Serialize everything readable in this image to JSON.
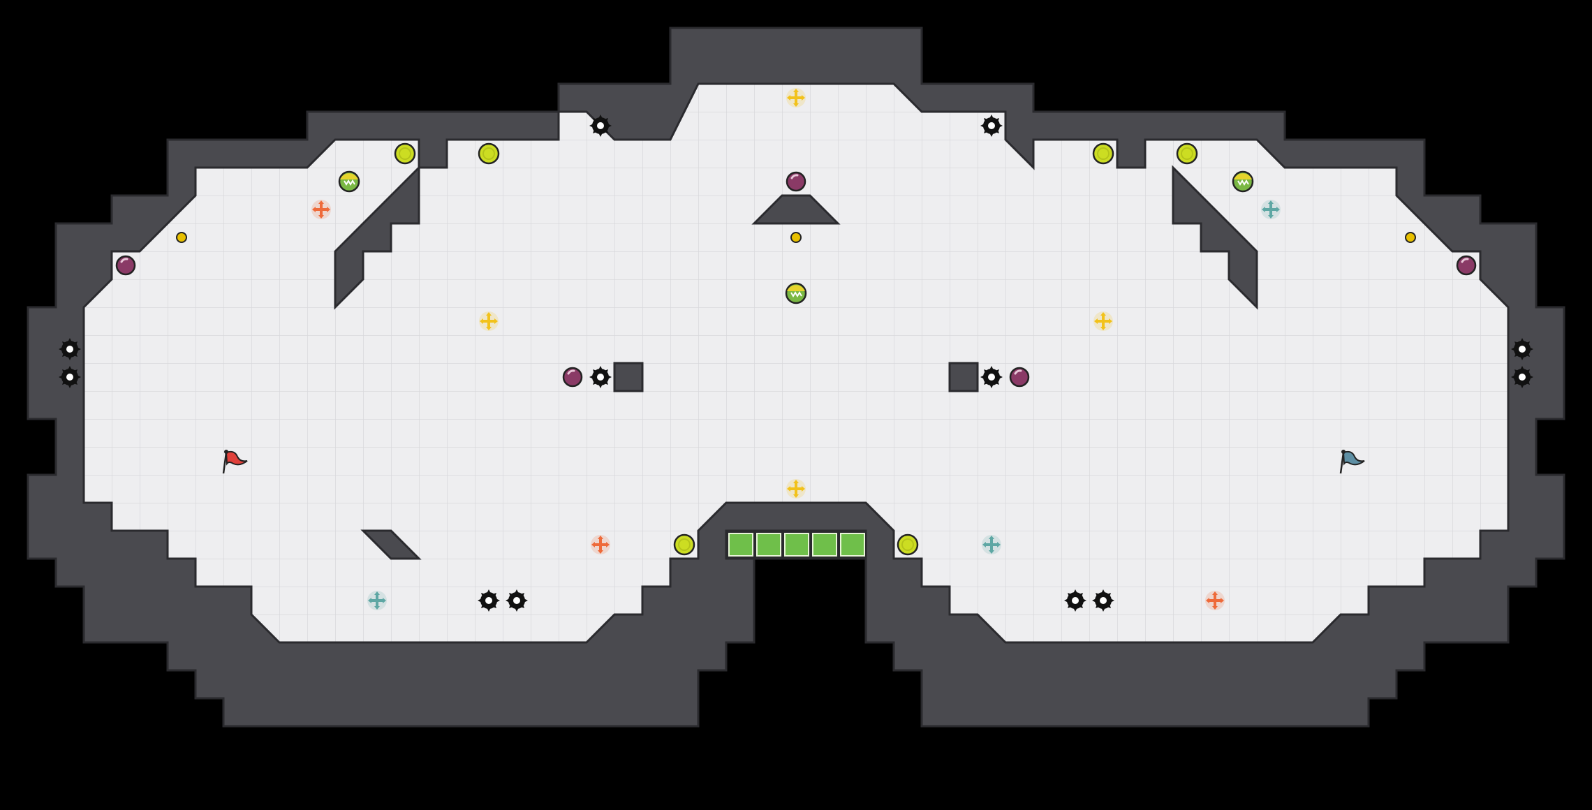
{
  "game": {
    "type": "top-down tile map",
    "colors": {
      "background": "#000000",
      "wall": "#4a4a4f",
      "wall_edge": "#2a2a2e",
      "floor": "#eeeef0",
      "grid_line": "#d8d8dc",
      "boost": "#ccdd22",
      "bomb": "#8a3a66",
      "powerup": "#7ab844",
      "portal_yellow": "#f2c21b",
      "portal_orange": "#ee6a3a",
      "portal_teal": "#5ea7a4",
      "spike": "#111111",
      "red_team": "#e0403a",
      "blue_team": "#5e8fa4",
      "gate": "#6fbf4a",
      "token": "#e8c000"
    },
    "icons": {
      "spike": "spike-icon",
      "boost": "boost-icon",
      "bomb": "bomb-icon",
      "powerup": "powerup-icon",
      "portal": "portal-icon",
      "flag": "flag-icon",
      "gate": "gate-icon",
      "token": "token-icon"
    },
    "flags": [
      {
        "team": "red"
      },
      {
        "team": "blue"
      }
    ],
    "gate_tiles": 5
  }
}
